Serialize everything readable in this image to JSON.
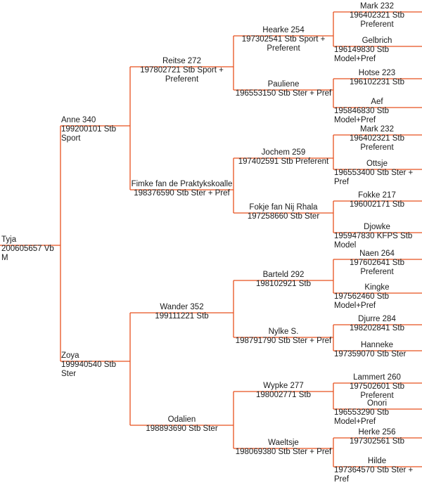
{
  "line_color": "#e8501e",
  "subject": {
    "name": "Tyja",
    "reg": "200605657 Vb M"
  },
  "parents": [
    {
      "name": "Anne 340",
      "reg": "199200101 Stb Sport"
    },
    {
      "name": "Zoya",
      "reg": "199940540 Stb Ster"
    }
  ],
  "grandparents": [
    {
      "name": "Reitse 272",
      "reg": "197802721 Stb Sport + Preferent"
    },
    {
      "name": "Fimke fan de Praktykskoalle",
      "reg": "198376590 Stb Ster + Pref"
    },
    {
      "name": "Wander 352",
      "reg": "199111221 Stb"
    },
    {
      "name": "Odalien",
      "reg": "198893690 Stb Ster"
    }
  ],
  "great_grandparents": [
    {
      "name": "Hearke 254",
      "reg": "197302541 Stb Sport + Preferent"
    },
    {
      "name": "Pauliene",
      "reg": "196553150 Stb Ster + Pref"
    },
    {
      "name": "Jochem 259",
      "reg": "197402591 Stb Preferent"
    },
    {
      "name": "Fokje fan Nij Rhala",
      "reg": "197258660 Stb Ster"
    },
    {
      "name": "Barteld 292",
      "reg": "198102921 Stb"
    },
    {
      "name": "Nylke S.",
      "reg": "198791790 Stb Ster + Pref"
    },
    {
      "name": "Wypke 277",
      "reg": "198002771 Stb"
    },
    {
      "name": "Waeltsje",
      "reg": "198069380 Stb Ster + Pref"
    }
  ],
  "g3": [
    {
      "name": "Mark 232",
      "reg": "196402321 Stb Preferent"
    },
    {
      "name": "Gelbrich",
      "reg": "196149830 Stb Model+Pref"
    },
    {
      "name": "Hotse 223",
      "reg": "196102231 Stb"
    },
    {
      "name": "Aef",
      "reg": "195846830 Stb Model+Pref"
    },
    {
      "name": "Mark 232",
      "reg": "196402321 Stb Preferent"
    },
    {
      "name": "Ottsje",
      "reg": "196553400 Stb Ster + Pref"
    },
    {
      "name": "Fokke 217",
      "reg": "196002171 Stb"
    },
    {
      "name": "Djowke",
      "reg": "195947830 KFPS Stb Model"
    },
    {
      "name": "Naen 264",
      "reg": "197602641 Stb Preferent"
    },
    {
      "name": "Kingke",
      "reg": "197562460 Stb Model+Pref"
    },
    {
      "name": "Djurre 284",
      "reg": "198202841 Stb"
    },
    {
      "name": "Hanneke",
      "reg": "197359070 Stb Ster"
    },
    {
      "name": "Lammert 260",
      "reg": "197502601 Stb Preferent"
    },
    {
      "name": "Onori",
      "reg": "196553290 Stb Model+Pref"
    },
    {
      "name": "Herke 256",
      "reg": "197302561 Stb"
    },
    {
      "name": "Hilde",
      "reg": "197364570 Stb Ster + Pref"
    }
  ]
}
